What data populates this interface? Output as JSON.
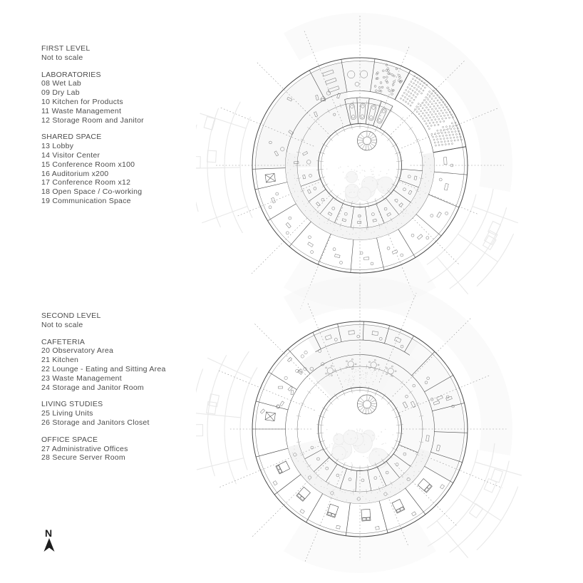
{
  "first_level": {
    "title": "FIRST LEVEL",
    "subtitle": "Not to scale",
    "sections": [
      {
        "heading": "LABORATORIES",
        "items": [
          "08 Wet Lab",
          "09 Dry Lab",
          "10 Kitchen for Products",
          "11 Waste Management",
          "12 Storage Room and Janitor"
        ]
      },
      {
        "heading": "SHARED SPACE",
        "items": [
          "13 Lobby",
          "14 Visitor Center",
          "15 Conference Room x100",
          "16 Auditorium x200",
          "17 Conference Room x12",
          "18 Open Space / Co-working",
          "19 Communication Space"
        ]
      }
    ]
  },
  "second_level": {
    "title": "SECOND LEVEL",
    "subtitle": "Not to scale",
    "sections": [
      {
        "heading": "CAFETERIA",
        "items": [
          "20 Observatory Area",
          "21 Kitchen",
          "22 Lounge - Eating and Sitting Area",
          "23 Waste Management",
          "24 Storage and Janitor Room"
        ]
      },
      {
        "heading": "LIVING STUDIES",
        "items": [
          "25 Living Units",
          "26 Storage and Janitors Closet"
        ]
      },
      {
        "heading": "OFFICE SPACE",
        "items": [
          "27 Administrative Offices",
          "28 Secure Server Room"
        ]
      }
    ]
  },
  "compass": {
    "label": "N"
  },
  "colors": {
    "ink": "#4d4d4d",
    "line": "#4a4a4a",
    "thin": "#6e6e6e",
    "furniture": "#757575",
    "dash": "#8c8c8c",
    "ghost": "#e7e7e7",
    "fill_light": "#f4f4f4",
    "north": "#1d1d1d"
  }
}
